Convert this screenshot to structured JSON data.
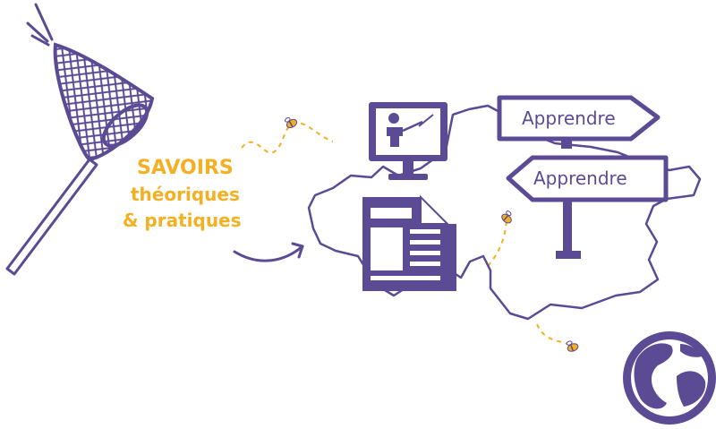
{
  "colors": {
    "purple": "#5b4a94",
    "yellow": "#f2b022",
    "background": "#ffffff"
  },
  "caption": {
    "line1": "SAVOIRS",
    "line2": "théoriques",
    "line3": "& pratiques"
  },
  "signs": {
    "top": "Apprendre",
    "bottom": "Apprendre"
  },
  "icons": [
    "butterfly-net-icon",
    "computer-screen-icon",
    "newspaper-icon",
    "signpost-icon",
    "globe-icon",
    "bee-icon",
    "arrow-icon"
  ]
}
